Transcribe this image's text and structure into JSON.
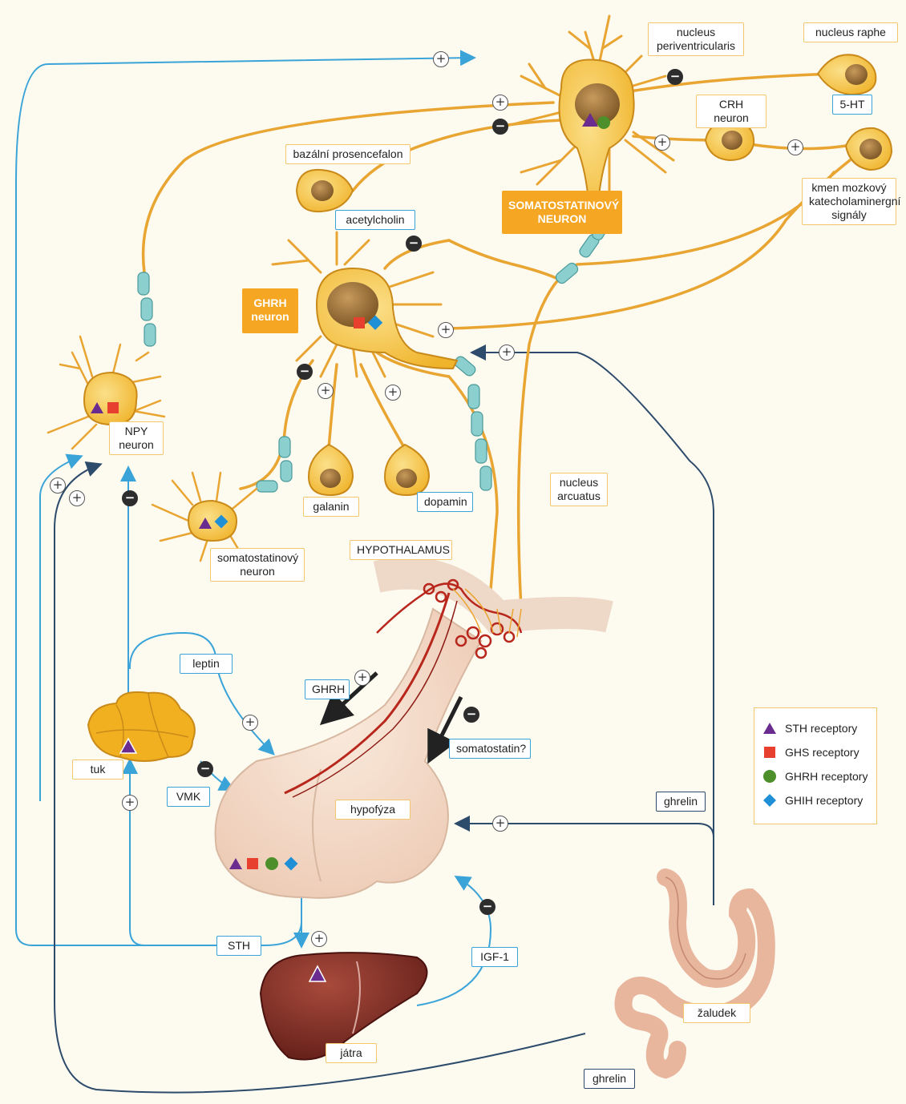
{
  "labels": {
    "nucleus_periventricularis": "nucleus\nperiventricularis",
    "nucleus_raphe": "nucleus raphe",
    "serotonin": "5-HT",
    "crh_neuron": "CRH neuron",
    "bazalni_prosencefalon": "bazální prosencefalon",
    "acetylcholin": "acetylcholin",
    "somatostatinovy_neuron_main": "SOMATOSTATINOVÝ\nNEURON",
    "kmen_mozkovy": "kmen mozkový\nkatecholaminergní\nsignály",
    "ghrh_neuron": "GHRH\nneuron",
    "npy_neuron": "NPY\nneuron",
    "galanin": "galanin",
    "dopamin": "dopamin",
    "nucleus_arcuatus": "nucleus\narcuatus",
    "somatostatinovy_neuron_small": "somatostatinový\nneuron",
    "hypothalamus": "HYPOTHALAMUS",
    "leptin": "leptin",
    "ghrh_arrow": "GHRH",
    "somatostatin_arrow": "somatostatin?",
    "tuk": "tuk",
    "vmk": "VMK",
    "hypofyza": "hypofýza",
    "ghrelin_upper": "ghrelin",
    "sth": "STH",
    "igf1": "IGF-1",
    "zaludek": "žaludek",
    "jatra": "játra",
    "ghrelin_lower": "ghrelin"
  },
  "signs": {
    "plus": "+",
    "minus": "−"
  },
  "legend": [
    {
      "shape": "triangle",
      "color": "#6a2c8f",
      "label": "STH receptory"
    },
    {
      "shape": "square",
      "color": "#e8402f",
      "label": "GHS receptory"
    },
    {
      "shape": "circle",
      "color": "#4d8f2a",
      "label": "GHRH receptory"
    },
    {
      "shape": "diamond",
      "color": "#1f8fd6",
      "label": "GHIH receptory"
    }
  ],
  "colors": {
    "neuron": "#f6c244",
    "axon": "#e9a531",
    "myelin": "#8ccfcf",
    "blue_arrow": "#3aa4d8",
    "navy_arrow": "#2d4b6b",
    "liver": "#7a2a22",
    "fat": "#f0b020",
    "pituitary": "#f3dccb",
    "vessel": "#b8261c"
  }
}
